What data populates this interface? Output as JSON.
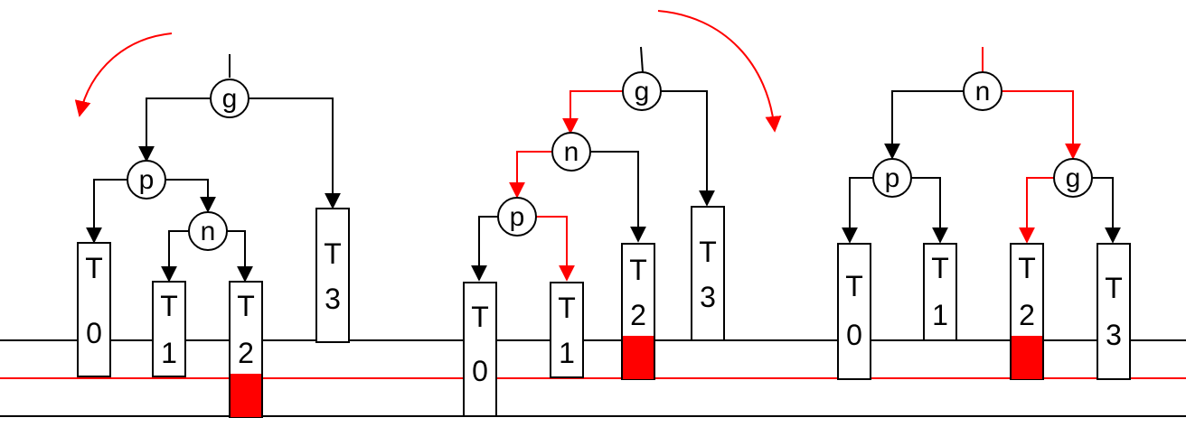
{
  "colors": {
    "line": "#000000",
    "highlight": "#ff0000",
    "block": "#ff0000",
    "background": "#ffffff"
  },
  "panels": [
    {
      "nodes": {
        "root": "g",
        "mid": "p",
        "low": "n"
      },
      "subtrees": [
        {
          "chars": [
            "T",
            "0"
          ]
        },
        {
          "chars": [
            "T",
            "1"
          ]
        },
        {
          "chars": [
            "T",
            "2"
          ]
        },
        {
          "chars": [
            "T",
            "3"
          ]
        }
      ],
      "rotation_direction": "counter-clockwise"
    },
    {
      "nodes": {
        "root": "g",
        "mid": "n",
        "low": "p"
      },
      "subtrees": [
        {
          "chars": [
            "T",
            "0"
          ]
        },
        {
          "chars": [
            "T",
            "1"
          ]
        },
        {
          "chars": [
            "T",
            "2"
          ]
        },
        {
          "chars": [
            "T",
            "3"
          ]
        }
      ],
      "rotation_direction": "clockwise"
    },
    {
      "nodes": {
        "root": "n",
        "left": "p",
        "right": "g"
      },
      "subtrees": [
        {
          "chars": [
            "T",
            "0"
          ]
        },
        {
          "chars": [
            "T",
            "1"
          ]
        },
        {
          "chars": [
            "T",
            "2"
          ]
        },
        {
          "chars": [
            "T",
            "3"
          ]
        }
      ]
    }
  ]
}
